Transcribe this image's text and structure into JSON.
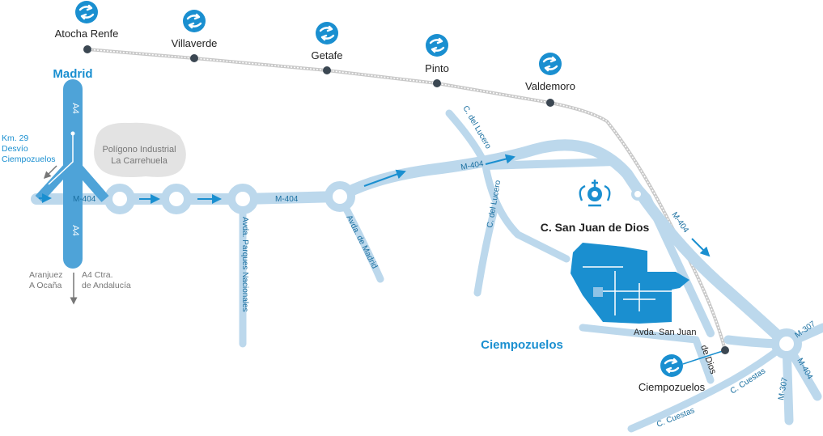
{
  "colors": {
    "road": "#bcd8ec",
    "main_road": "#4ea3d8",
    "accent": "#1a8fd0",
    "text": "#222222",
    "grey_text": "#777777",
    "rail": "#c8c8c8",
    "station_dot": "#3b4752",
    "industrial_area": "#e3e3e3",
    "hospital": "#1a8fd0"
  },
  "stations": [
    {
      "name": "Atocha Renfe",
      "icon": "renfe-cercanias-icon"
    },
    {
      "name": "Villaverde",
      "icon": "renfe-cercanias-icon"
    },
    {
      "name": "Getafe",
      "icon": "renfe-cercanias-icon"
    },
    {
      "name": "Pinto",
      "icon": "renfe-cercanias-icon"
    },
    {
      "name": "Valdemoro",
      "icon": "renfe-cercanias-icon"
    },
    {
      "name": "Ciempozuelos",
      "icon": "renfe-cercanias-icon"
    }
  ],
  "places": {
    "madrid": "Madrid",
    "ciempozuelos_town": "Ciempozuelos",
    "hospital": "C. San Juan de Dios",
    "hospital_icon": "hospital-cross-emblem-icon",
    "industrial_line1": "Polígono Industrial",
    "industrial_line2": "La Carrehuela"
  },
  "roads": {
    "a4_top": "A4",
    "a4_bottom": "A4",
    "m404_1": "M-404",
    "m404_2": "M-404",
    "m404_3": "M-404",
    "m404_4": "M-404",
    "m404_5": "M-404",
    "m307_1": "M-307",
    "m307_2": "M-307",
    "parques": "Avda. Parques Nacionales",
    "avda_madrid": "Avda. de Madrid",
    "lucero_1": "C. del Lucero",
    "lucero_2": "C. del Lucero",
    "san_juan_1": "Avda. San Juan",
    "san_juan_2": "de Dios",
    "cuestas_1": "C. Cuestas",
    "cuestas_2": "C. Cuestas"
  },
  "exit": {
    "line1": "Km. 29",
    "line2": "Desvío",
    "line3": "Ciempozuelos"
  },
  "directions": {
    "left_1": "Aranjuez",
    "left_2": "A Ocaña",
    "right_1": "A4 Ctra.",
    "right_2": "de Andalucía"
  }
}
